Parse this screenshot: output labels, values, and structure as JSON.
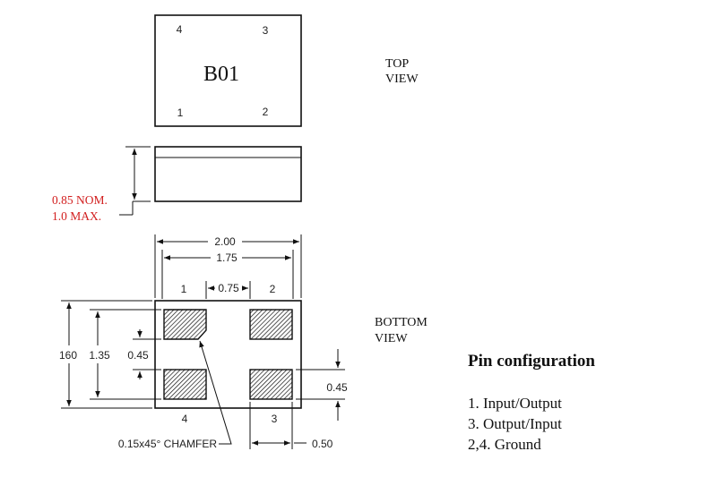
{
  "top_view": {
    "marking": "B01",
    "pins": {
      "p1": "1",
      "p2": "2",
      "p3": "3",
      "p4": "4"
    },
    "label_line1": "TOP",
    "label_line2": "VIEW"
  },
  "side_view": {
    "note_line1": "0.85 NOM.",
    "note_line2": "1.0 MAX.",
    "note_color": "#d21f1f"
  },
  "bottom_view": {
    "label_line1": "BOTTOM",
    "label_line2": "VIEW",
    "pins": {
      "p1": "1",
      "p2": "2",
      "p3": "3",
      "p4": "4"
    },
    "dims": {
      "width_overall": "2.00",
      "width_pad_span": "1.75",
      "pad_gap": "0.75",
      "height_overall": "160",
      "height_pad_span": "1.35",
      "pad_height_left": "0.45",
      "pad_height_right": "0.45",
      "pad_width": "0.50"
    },
    "chamfer_note": "0.15x45° CHAMFER"
  },
  "pin_configuration": {
    "title": "Pin configuration",
    "items": [
      "1. Input/Output",
      "3. Output/Input",
      "2,4. Ground"
    ]
  }
}
